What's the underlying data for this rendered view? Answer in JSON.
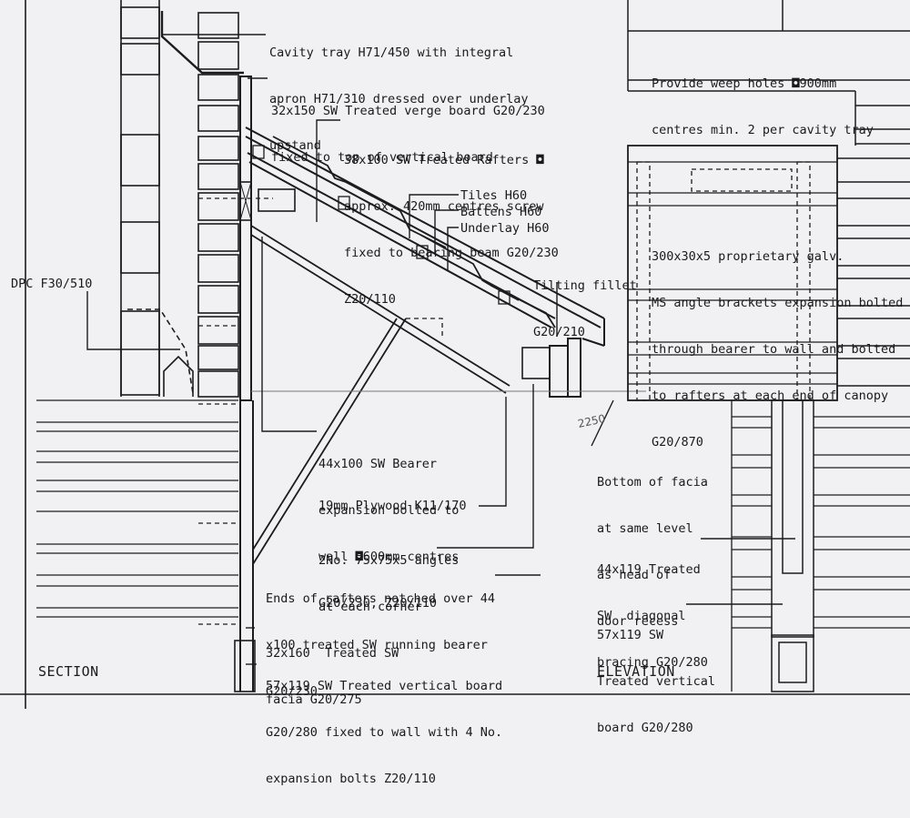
{
  "labels": {
    "cavity_tray": [
      "Cavity tray H71/450 with integral",
      "apron H71/310 dressed over underlay",
      "upstand"
    ],
    "verge_board": [
      "32x150 SW Treated verge board G20/230",
      "fixed to top of vertical board"
    ],
    "rafters": [
      "38x100 SW Treated Rafters ◘",
      "approx. 420mm centres screw",
      "fixed to bearing beam G20/230",
      "Z20/110"
    ],
    "tiles": "Tiles H60",
    "battens": "Battens H60",
    "underlay": "Underlay H60",
    "tilting_fillet": [
      "Tilting fillet",
      "G20/210"
    ],
    "dpc": "DPC F30/510",
    "weep_holes": [
      "Provide weep holes ◘900mm",
      "centres min. 2 per cavity tray"
    ],
    "angle_brackets": [
      "300x30x5 proprietary galv.",
      "MS angle brackets expansion bolted",
      "through bearer to wall and bolted",
      "to rafters at each end of canopy",
      "G20/870"
    ],
    "bearer": [
      "44x100 SW Bearer",
      "expansion bolted to",
      "wall ◘600mm centres",
      "G20/230, Z20/110"
    ],
    "plywood": "19mm Plywood K11/170",
    "angles": [
      "2No. 75x75x5 angles",
      "at each corner"
    ],
    "rafter_ends": [
      "Ends of rafters notched over 44",
      "x100 treated SW running bearer",
      "G20/230"
    ],
    "facia": [
      "32x160  Treated SW",
      "facia G20/275"
    ],
    "vertical_board_wall": [
      "57x119 SW Treated vertical board",
      "G20/280 fixed to wall with 4 No.",
      "expansion bolts Z20/110"
    ],
    "bottom_facia": [
      "Bottom of facia",
      "at same level",
      "as head of",
      "door recess"
    ],
    "diagonal_bracing": [
      "44x119 Treated",
      "SW  diagonal",
      "bracing G20/280"
    ],
    "vertical_board_elev": [
      "57x119 SW",
      "Treated vertical",
      "board G20/280"
    ],
    "section_title": "SECTION",
    "elevation_title": "ELEVATION",
    "handwritten_dim": "2250"
  }
}
